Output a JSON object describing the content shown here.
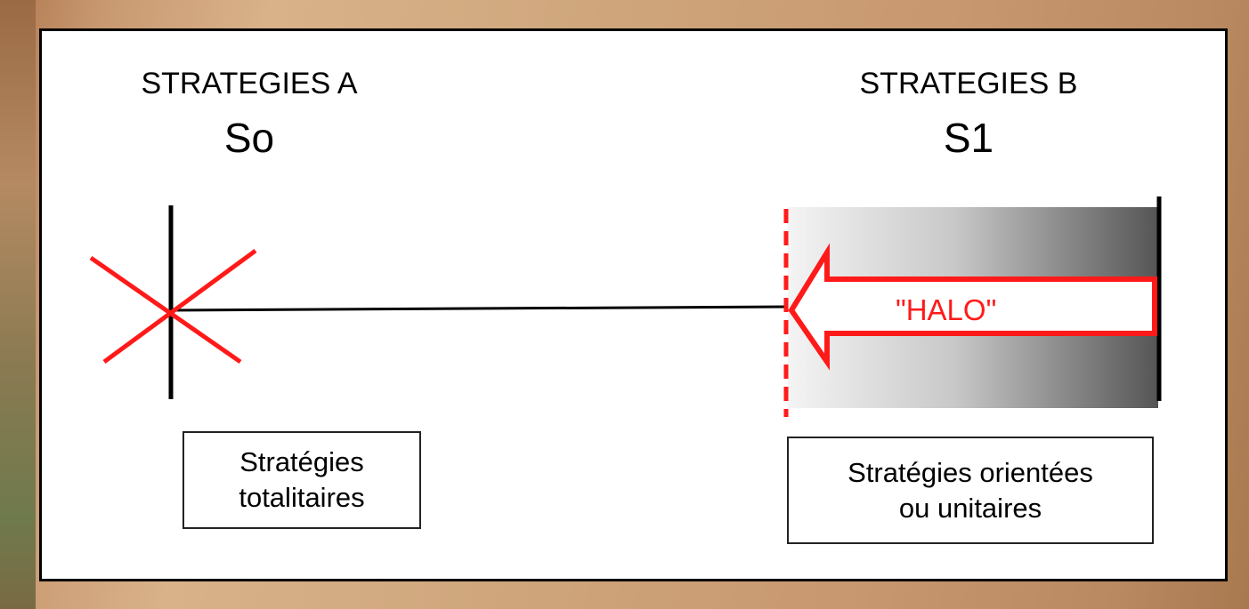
{
  "strategy_a": {
    "title": "STRATEGIES A",
    "symbol": "So",
    "label": "Stratégies\ntotalitaires"
  },
  "strategy_b": {
    "title": "STRATEGIES B",
    "symbol": "S1",
    "label": "Stratégies orientées\nou unitaires"
  },
  "halo_label": "\"HALO\"",
  "colors": {
    "accent_red": "#ff1a1a",
    "line_black": "#000000",
    "gradient_light": "#f2f2f2",
    "gradient_dark": "#555555"
  }
}
